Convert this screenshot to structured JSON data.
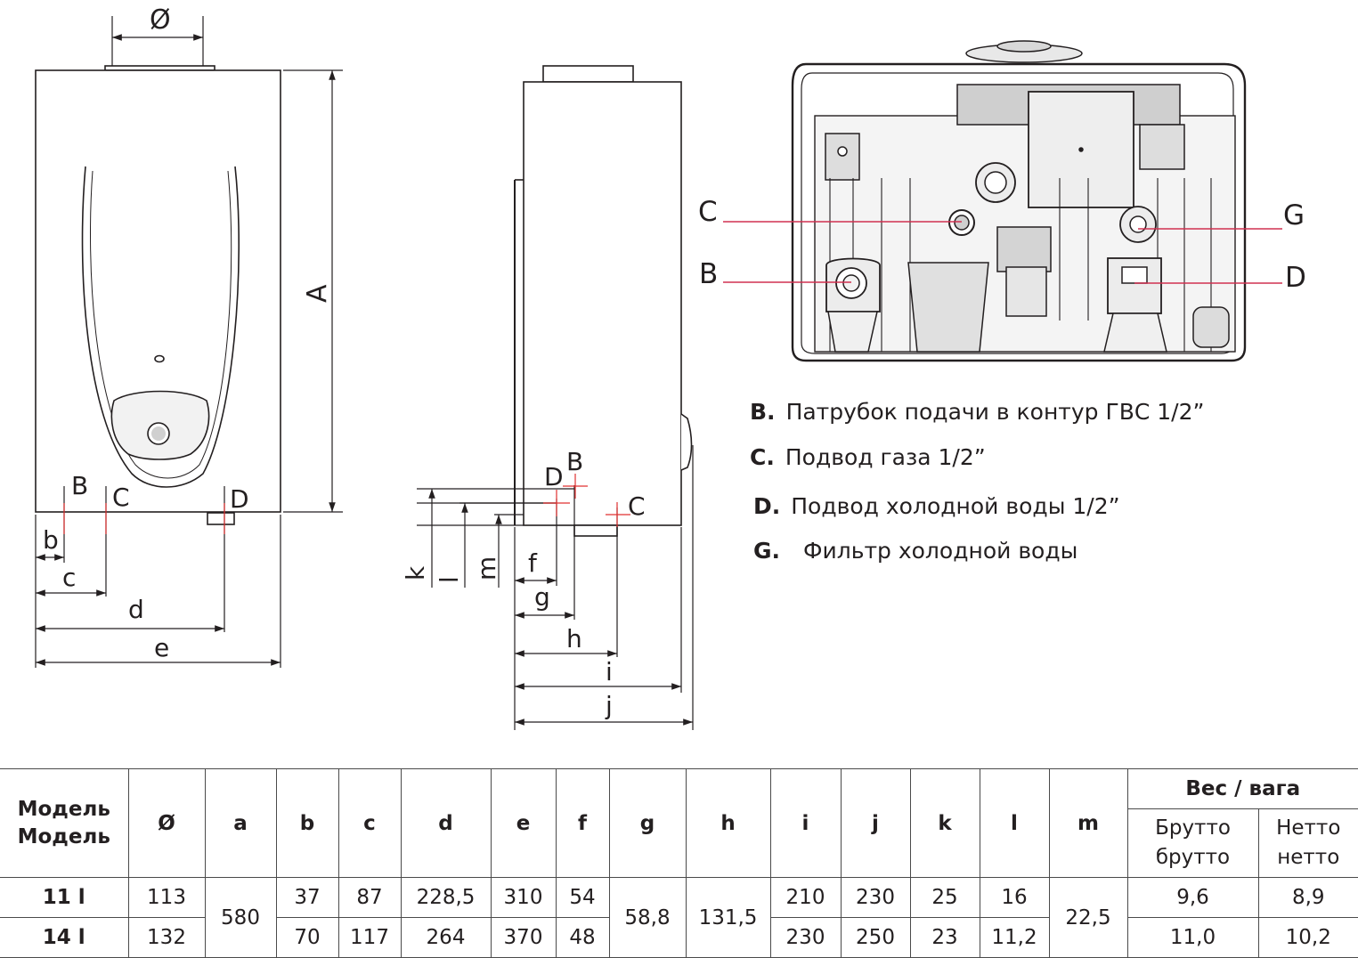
{
  "front_view": {
    "labels": {
      "diameter": "Ø",
      "height": "A",
      "b": "b",
      "c": "c",
      "d": "d",
      "e": "e",
      "conn_b": "B",
      "conn_c": "C",
      "conn_d": "D"
    }
  },
  "side_view": {
    "labels": {
      "k": "k",
      "l": "l",
      "m": "m",
      "f": "f",
      "g": "g",
      "h": "h",
      "i": "i",
      "j": "j",
      "conn_b": "B",
      "conn_c": "C",
      "conn_d": "D"
    }
  },
  "bottom_view": {
    "labels": {
      "conn_c": "C",
      "conn_b": "B",
      "conn_g": "G",
      "conn_d": "D"
    }
  },
  "legend": [
    {
      "key": "B.",
      "text": "Патрубок подачи в контур ГВС 1/2”"
    },
    {
      "key": "C.",
      "text": "Подвод газа 1/2”"
    },
    {
      "key": "D.",
      "text": "Подвод холодной  воды 1/2”"
    },
    {
      "key": "G.",
      "text": " Фильтр холодной воды"
    }
  ],
  "table": {
    "model_header": [
      "Модель",
      "Модель"
    ],
    "columns": [
      "Ø",
      "a",
      "b",
      "c",
      "d",
      "e",
      "f",
      "g",
      "h",
      "i",
      "j",
      "k",
      "l",
      "m"
    ],
    "weight_header": "Вес /  вага",
    "gross_header": [
      "Брутто",
      "брутто"
    ],
    "net_header": [
      "Нетто",
      "нетто"
    ],
    "rows": [
      {
        "model": "11 l",
        "diameter": "113",
        "b": "37",
        "c": "87",
        "d": "228,5",
        "e": "310",
        "f": "54",
        "i": "210",
        "j": "230",
        "k": "25",
        "l": "16",
        "gross": "9,6",
        "net": "8,9"
      },
      {
        "model": "14 l",
        "diameter": "132",
        "b": "70",
        "c": "117",
        "d": "264",
        "e": "370",
        "f": "48",
        "i": "230",
        "j": "250",
        "k": "23",
        "l": "11,2",
        "gross": "11,0",
        "net": "10,2"
      }
    ],
    "shared": {
      "a": "580",
      "g": "58,8",
      "h": "131,5",
      "m": "22,5"
    }
  }
}
